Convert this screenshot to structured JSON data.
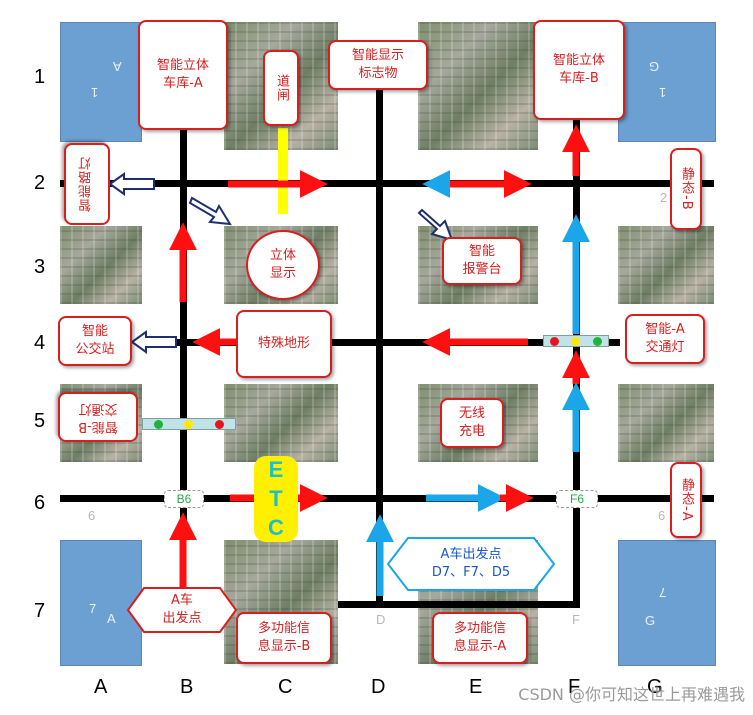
{
  "columns": [
    "A",
    "B",
    "C",
    "D",
    "E",
    "F",
    "G"
  ],
  "rows": [
    "1",
    "2",
    "3",
    "4",
    "5",
    "6",
    "7"
  ],
  "zone_labels": {
    "water_a_top": "A",
    "water_a_top_num": "1",
    "water_g_top": "G",
    "water_g_top_num": "1",
    "water_a_bottom": "A",
    "water_a_bottom_num": "7",
    "water_g_bottom": "G",
    "water_g_bottom_num": "7",
    "ghost_d7": "D",
    "ghost_f7": "F",
    "ghost_g2": "2",
    "ghost_a6": "6",
    "ghost_g6": "6"
  },
  "boxes": {
    "garage_a": "智能立体\n车库-A",
    "gate": "道闸",
    "display_sign": "智能显示\n标志物",
    "garage_b": "智能立体\n车库-B",
    "smart_street_light": "智能路灯",
    "static_b": "静态-B",
    "stereo_display": "立体\n显示",
    "alarm": "智能\n报警台",
    "bus_station": "智能\n公交站",
    "special_terrain": "特殊地形",
    "traffic_light_a": "智能-A\n交通灯",
    "traffic_light_b": "智能-B\n交通灯",
    "wireless_charging": "无线\n充电",
    "static_a": "静态-A",
    "info_display_b": "多功能信\n息显示-B",
    "info_display_a": "多功能信\n息显示-A"
  },
  "start_a": "A车\n出发点",
  "start_points": "A车出发点\nD7、F7、D5",
  "etc_letters": [
    "E",
    "T",
    "C"
  ],
  "nodes": {
    "b6": "B6",
    "f6": "F6"
  },
  "watermark": "CSDN @你可知这世上再难遇我",
  "colors": {
    "red_arrow": "#ff1010",
    "blue_arrow": "#1aa6e8",
    "yellow_gate": "#ffff00",
    "road": "#000000",
    "water": "#6c9fd2",
    "label_border": "#d61f1f"
  }
}
